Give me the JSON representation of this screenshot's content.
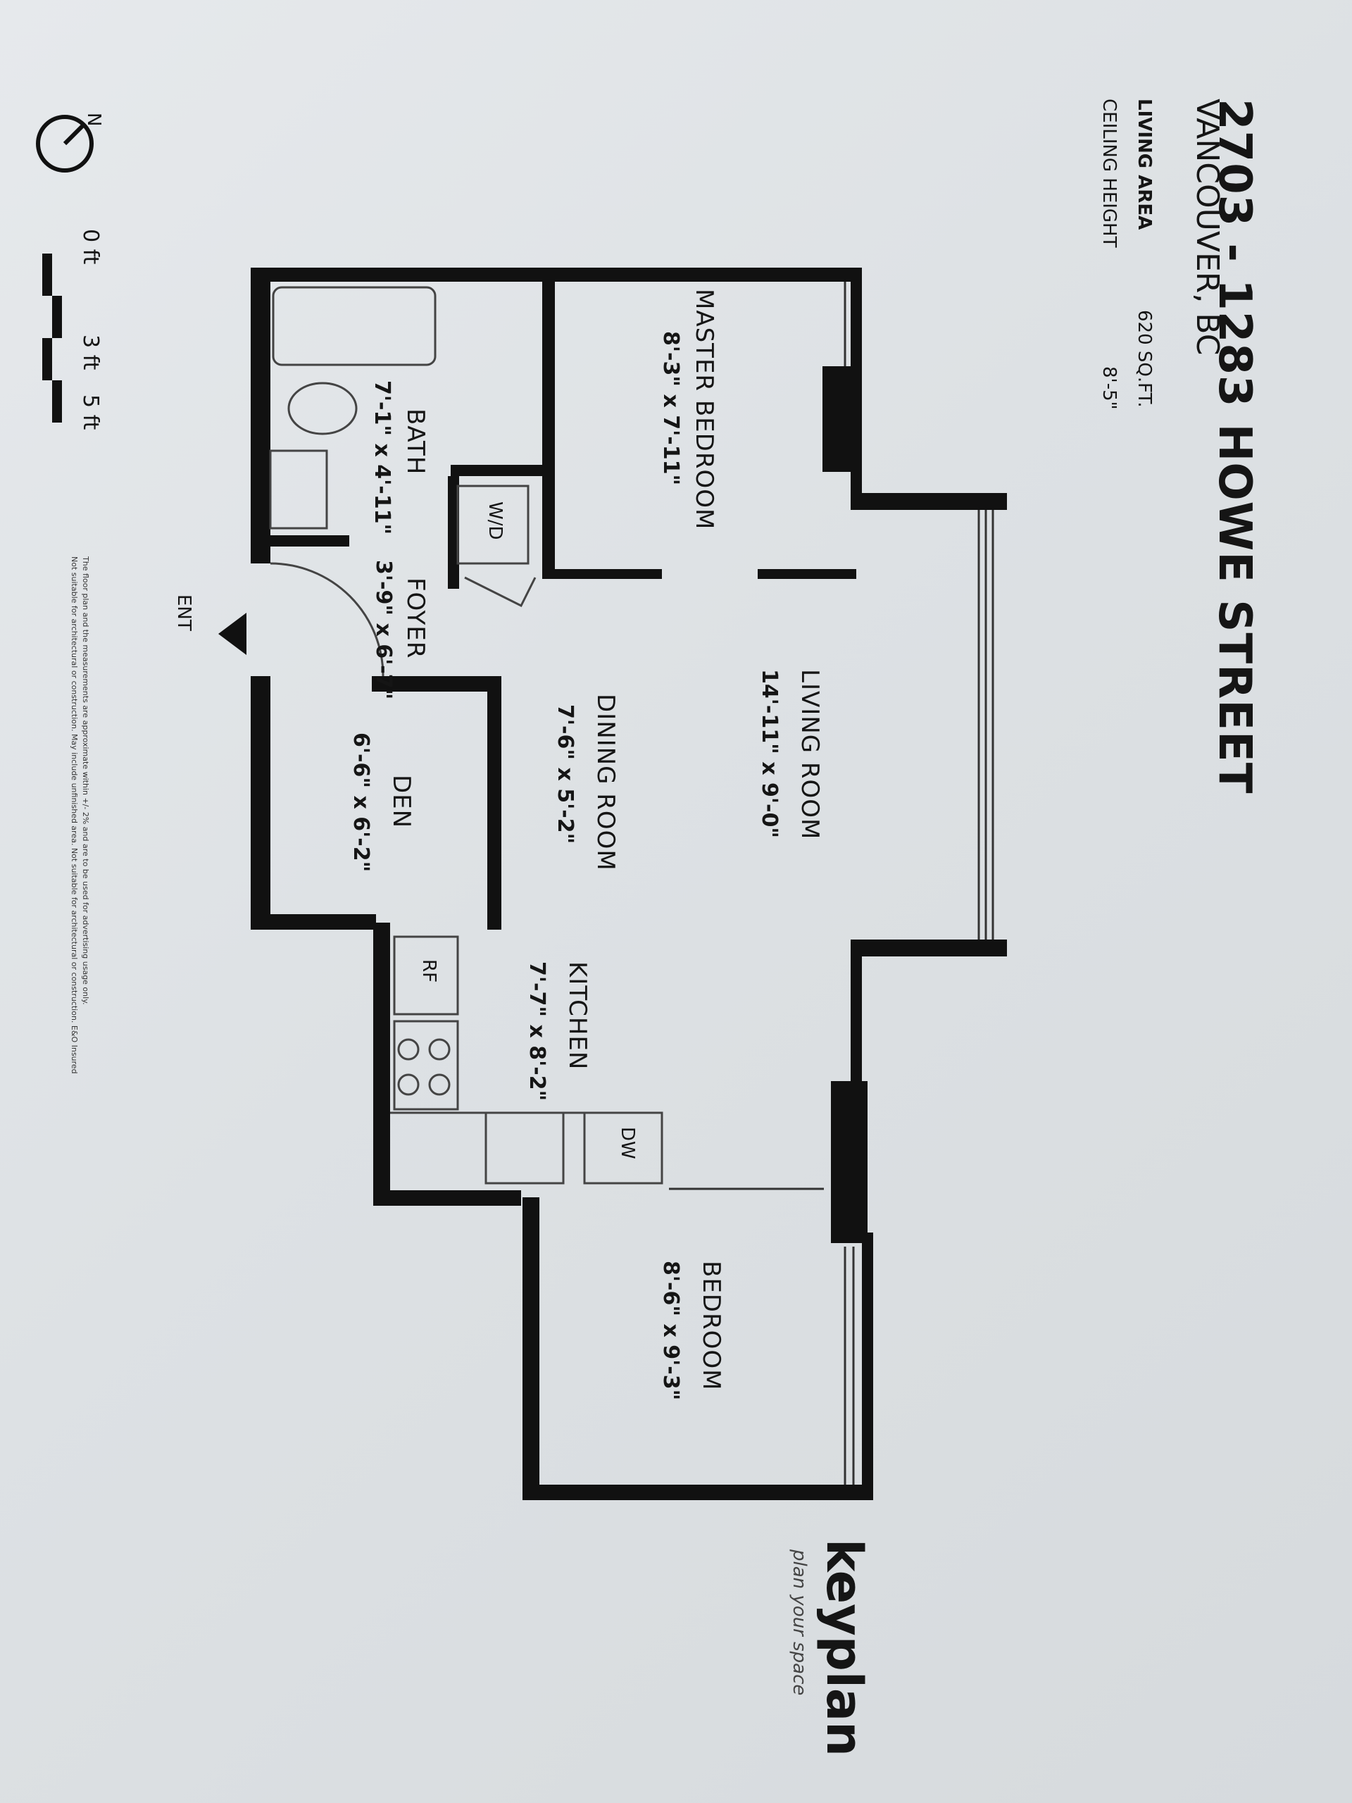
{
  "header": {
    "title": "2703 - 1283 HOWE STREET",
    "city": "VANCOUVER, BC",
    "living_area_label": "LIVING AREA",
    "living_area_value": "620 SQ.FT.",
    "ceiling_label": "CEILING HEIGHT",
    "ceiling_value": "8'-5\""
  },
  "rooms": {
    "master_bedroom": {
      "name": "MASTER BEDROOM",
      "dims": "8'-3\"  x  7'-11\""
    },
    "living_room": {
      "name": "LIVING ROOM",
      "dims": "14'-11\"  x  9'-0\""
    },
    "dining_room": {
      "name": "DINING ROOM",
      "dims": "7'-6\"  x  5'-2\""
    },
    "bath": {
      "name": "BATH",
      "dims": "7'-1\" x 4'-11\""
    },
    "foyer": {
      "name": "FOYER",
      "dims": "3'-9\" x 6'-7\""
    },
    "den": {
      "name": "DEN",
      "dims": "6'-6\" x 6'-2\""
    },
    "kitchen": {
      "name": "KITCHEN",
      "dims": "7'-7\" x 8'-2\""
    },
    "bedroom": {
      "name": "BEDROOM",
      "dims": "8'-6\"  x  9'-3\""
    }
  },
  "fixtures": {
    "washer_dryer": "W/D",
    "fridge": "RF",
    "dishwasher": "DW",
    "entrance": "ENT"
  },
  "compass": {
    "north": "N"
  },
  "scale": {
    "zero": "0 ft",
    "three": "3 ft",
    "five": "5 ft"
  },
  "disclaimer": {
    "line1": "The floor plan and the measurements are approximate within +/- 2% and are to be used for advertising usage only.",
    "line2": "Not suitable for architectural or construction. May include unfinished area. Not suitable for architectural or construction. E&O Insured"
  },
  "brand": {
    "name": "keyplan",
    "tagline": "plan your space"
  },
  "colors": {
    "wall": "#111111",
    "paper": "#e2e5e8",
    "fixture": "#555555"
  }
}
